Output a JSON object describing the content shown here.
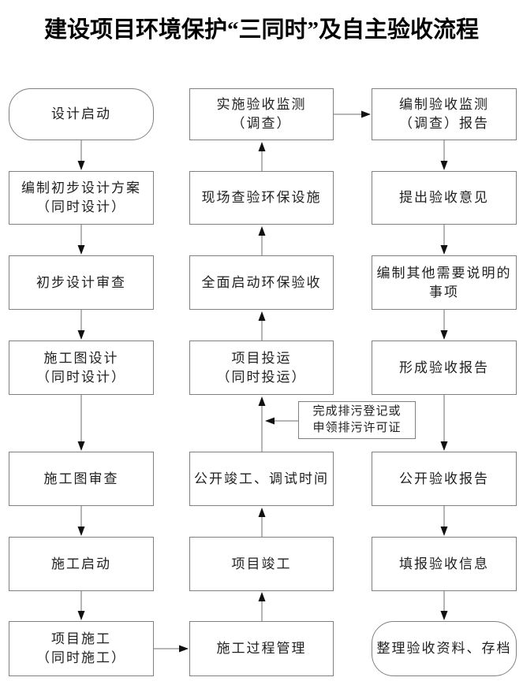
{
  "title": "建设项目环境保护“三同时”及自主验收流程",
  "diagram": {
    "left_column": [
      {
        "id": "design-start",
        "label": "设计启动",
        "shape": "rounded"
      },
      {
        "id": "preliminary-design",
        "label": "编制初步设计方案\n（同时设计）",
        "shape": "rect"
      },
      {
        "id": "preliminary-design-review",
        "label": "初步设计审查",
        "shape": "rect"
      },
      {
        "id": "construction-drawing-design",
        "label": "施工图设计\n（同时设计）",
        "shape": "rect"
      },
      {
        "id": "construction-drawing-review",
        "label": "施工图审查",
        "shape": "rect"
      },
      {
        "id": "construction-start",
        "label": "施工启动",
        "shape": "rect"
      },
      {
        "id": "project-construction",
        "label": "项目施工\n（同时施工）",
        "shape": "rect"
      }
    ],
    "middle_column": [
      {
        "id": "acceptance-monitoring",
        "label": "实施验收监测\n（调查）",
        "shape": "rect"
      },
      {
        "id": "site-inspection",
        "label": "现场查验环保设施",
        "shape": "rect"
      },
      {
        "id": "launch-env-acceptance",
        "label": "全面启动环保验收",
        "shape": "rect"
      },
      {
        "id": "project-operation",
        "label": "项目投运\n（同时投运）",
        "shape": "rect"
      },
      {
        "id": "publicize-completion-time",
        "label": "公开竣工、调试时间",
        "shape": "rect"
      },
      {
        "id": "project-completion",
        "label": "项目竣工",
        "shape": "rect"
      },
      {
        "id": "construction-process-management",
        "label": "施工过程管理",
        "shape": "rect"
      }
    ],
    "right_column": [
      {
        "id": "monitoring-report",
        "label": "编制验收监测\n（调查）报告",
        "shape": "rect"
      },
      {
        "id": "acceptance-opinion",
        "label": "提出验收意见",
        "shape": "rect"
      },
      {
        "id": "other-matters",
        "label": "编制其他需要说明的\n事项",
        "shape": "rect"
      },
      {
        "id": "acceptance-report",
        "label": "形成验收报告",
        "shape": "rect"
      },
      {
        "id": "publicize-acceptance-report",
        "label": "公开验收报告",
        "shape": "rect"
      },
      {
        "id": "fill-acceptance-info",
        "label": "填报验收信息",
        "shape": "rect"
      },
      {
        "id": "archive",
        "label": "整理验收资料、存档",
        "shape": "rounded"
      }
    ],
    "side_note": {
      "id": "pollution-permit",
      "label": "完成排污登记或\n申领排污许可证"
    },
    "edges": [
      {
        "from": "design-start",
        "to": "preliminary-design"
      },
      {
        "from": "preliminary-design",
        "to": "preliminary-design-review"
      },
      {
        "from": "preliminary-design-review",
        "to": "construction-drawing-design"
      },
      {
        "from": "construction-drawing-design",
        "to": "construction-drawing-review"
      },
      {
        "from": "construction-drawing-review",
        "to": "construction-start"
      },
      {
        "from": "construction-start",
        "to": "project-construction"
      },
      {
        "from": "project-construction",
        "to": "construction-process-management"
      },
      {
        "from": "construction-process-management",
        "to": "project-completion"
      },
      {
        "from": "project-completion",
        "to": "publicize-completion-time"
      },
      {
        "from": "publicize-completion-time",
        "to": "project-operation"
      },
      {
        "from": "pollution-permit",
        "to": "project-operation"
      },
      {
        "from": "project-operation",
        "to": "launch-env-acceptance"
      },
      {
        "from": "launch-env-acceptance",
        "to": "site-inspection"
      },
      {
        "from": "site-inspection",
        "to": "acceptance-monitoring"
      },
      {
        "from": "acceptance-monitoring",
        "to": "monitoring-report"
      },
      {
        "from": "monitoring-report",
        "to": "acceptance-opinion"
      },
      {
        "from": "acceptance-opinion",
        "to": "other-matters"
      },
      {
        "from": "other-matters",
        "to": "acceptance-report"
      },
      {
        "from": "acceptance-report",
        "to": "publicize-acceptance-report"
      },
      {
        "from": "publicize-acceptance-report",
        "to": "fill-acceptance-info"
      },
      {
        "from": "fill-acceptance-info",
        "to": "archive"
      }
    ],
    "colors": {
      "line": "#6e6e6e",
      "arrowhead": "#111111",
      "box_border": "#808080",
      "text": "#1f1f1f"
    }
  }
}
